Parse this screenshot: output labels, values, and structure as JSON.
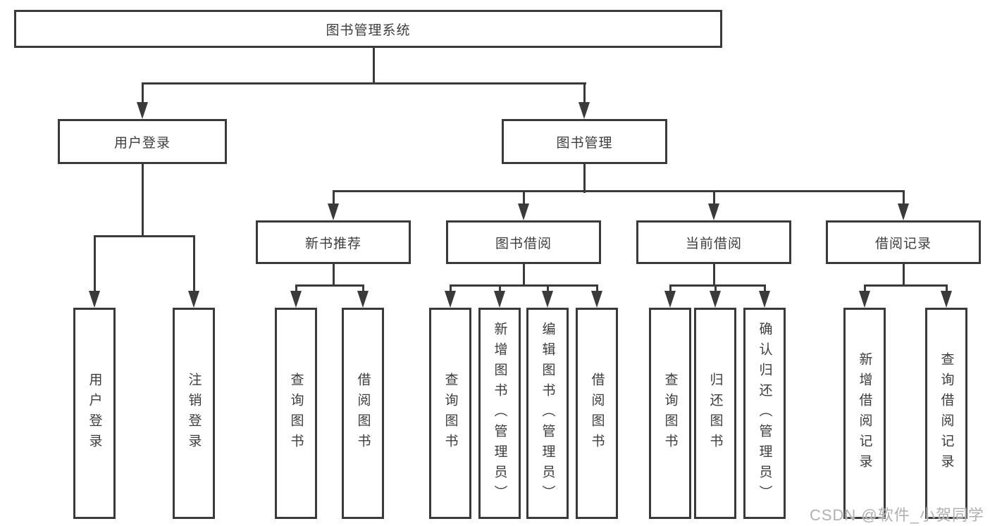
{
  "diagram_title": "图书管理系统",
  "nodes": {
    "root": "图书管理系统",
    "user_login": "用户登录",
    "book_mgmt": "图书管理",
    "new_book_rec": "新书推荐",
    "book_borrow": "图书借阅",
    "current_borrow": "当前借阅",
    "borrow_records": "借阅记录",
    "leaf_user_login": "用户登录",
    "leaf_logout": "注销登录",
    "leaf_query_book_rec": "查询图书",
    "leaf_borrow_book_rec": "借阅图书",
    "leaf_query_book_borrow": "查询图书",
    "leaf_add_book": "新增图书（管理员）",
    "leaf_edit_book": "编辑图书（管理员）",
    "leaf_borrow_book_borrow": "借阅图书",
    "leaf_query_book_current": "查询图书",
    "leaf_return_book": "归还图书",
    "leaf_confirm_return": "确认归还（管理员）",
    "leaf_add_borrow_record": "新增借阅记录",
    "leaf_query_borrow_record": "查询借阅记录"
  },
  "hierarchy": {
    "图书管理系统": [
      "用户登录",
      "图书管理"
    ],
    "用户登录": [
      "用户登录",
      "注销登录"
    ],
    "图书管理": [
      "新书推荐",
      "图书借阅",
      "当前借阅",
      "借阅记录"
    ],
    "新书推荐": [
      "查询图书",
      "借阅图书"
    ],
    "图书借阅": [
      "查询图书",
      "新增图书（管理员）",
      "编辑图书（管理员）",
      "借阅图书"
    ],
    "当前借阅": [
      "查询图书",
      "归还图书",
      "确认归还（管理员）"
    ],
    "借阅记录": [
      "新增借阅记录",
      "查询借阅记录"
    ]
  },
  "watermark": "CSDN @软件_小贺同学",
  "colors": {
    "line": "#3a3a3a",
    "text": "#3d3d3d",
    "box_background": "#ffffff",
    "page_background": "#ffffff",
    "watermark": "#b3b0ad"
  }
}
